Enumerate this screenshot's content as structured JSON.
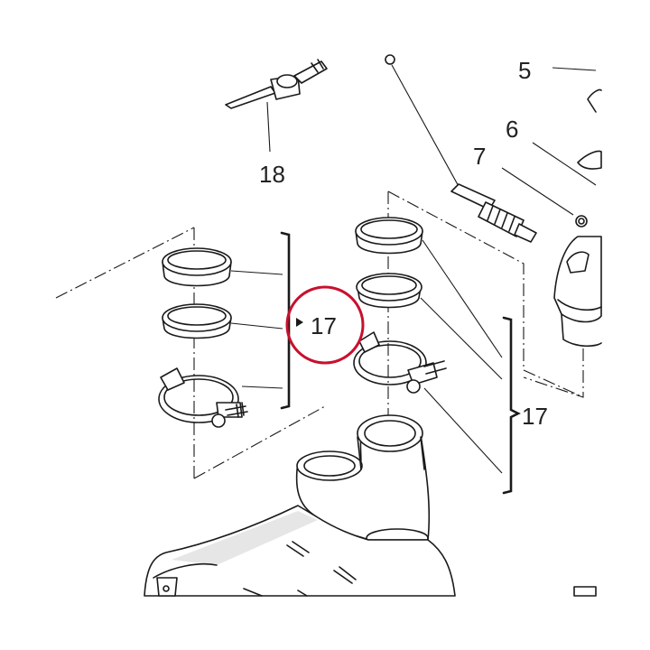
{
  "callouts": {
    "part_5": "5",
    "part_6": "6",
    "part_7": "7",
    "part_18": "18",
    "part_17_left": "17",
    "part_17_right": "17"
  },
  "highlight": {
    "color": "#c8102e"
  }
}
